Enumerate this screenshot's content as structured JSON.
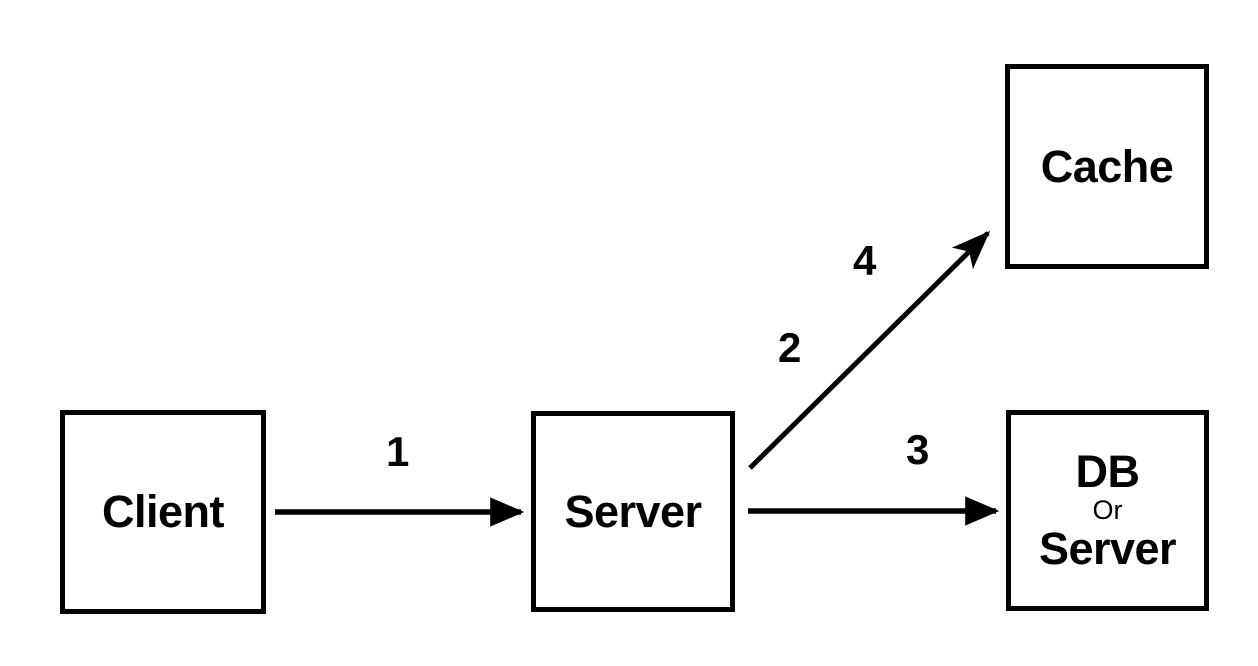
{
  "diagram": {
    "type": "flow-diagram",
    "background_color": "#ffffff",
    "stroke_color": "#000000",
    "nodes": [
      {
        "id": "client",
        "label": "Client"
      },
      {
        "id": "server",
        "label": "Server"
      },
      {
        "id": "cache",
        "label": "Cache"
      },
      {
        "id": "db",
        "label_primary": "DB",
        "label_middle": "Or",
        "label_secondary": "Server"
      }
    ],
    "edges": [
      {
        "id": "edge-1",
        "label": "1",
        "from": "client",
        "to": "server"
      },
      {
        "id": "edge-2",
        "label": "2",
        "from": "server",
        "to": "cache"
      },
      {
        "id": "edge-3",
        "label": "3",
        "from": "server",
        "to": "db"
      },
      {
        "id": "edge-4",
        "label": "4",
        "from": "server",
        "to": "cache"
      }
    ]
  }
}
